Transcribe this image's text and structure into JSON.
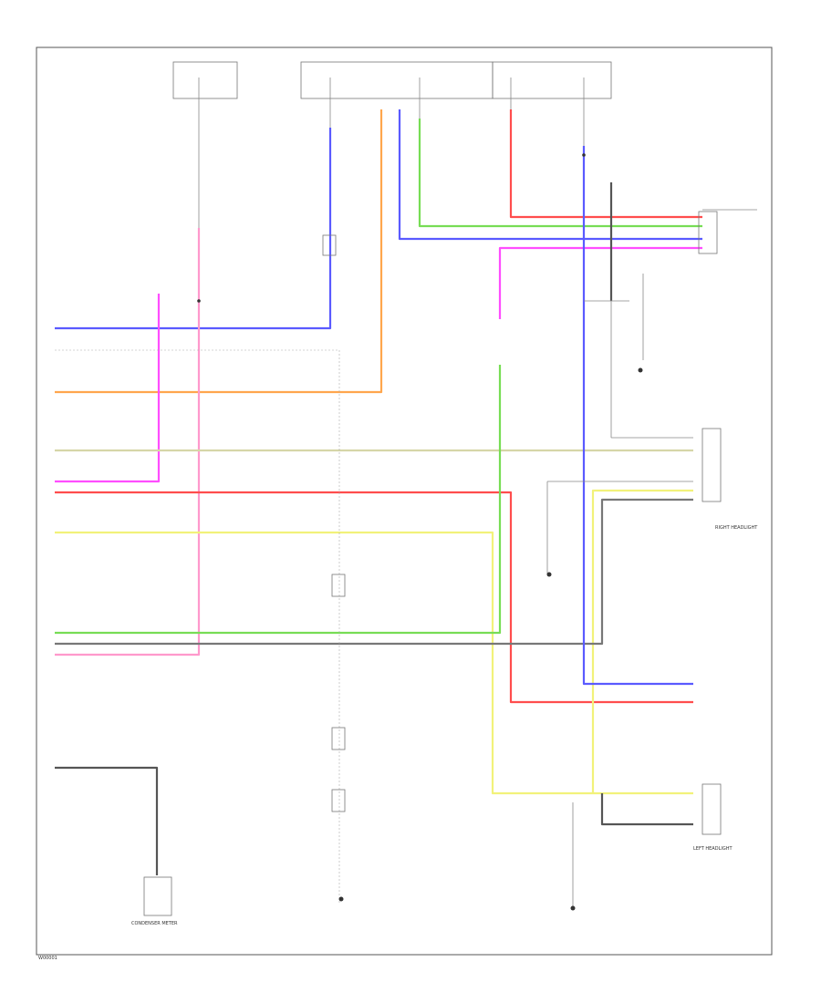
{
  "footer_code": "W00001",
  "component_labels": {
    "connector_right": "",
    "right_headlight": "RIGHT HEADLIGHT",
    "left_headlight": "LEFT HEADLIGHT",
    "condenser_meter": "CONDENSER METER",
    "ground_mid": "",
    "ground_left": ""
  },
  "colors": {
    "blue": "#5a5aff",
    "orange": "#ffa64d",
    "magenta": "#ff4dff",
    "red": "#ff4d4d",
    "green": "#77dd55",
    "yellow": "#f2f27a",
    "olive": "#d6d6a8",
    "gray": "#777777",
    "darkgray": "#555555",
    "pink": "#ff99cc"
  }
}
